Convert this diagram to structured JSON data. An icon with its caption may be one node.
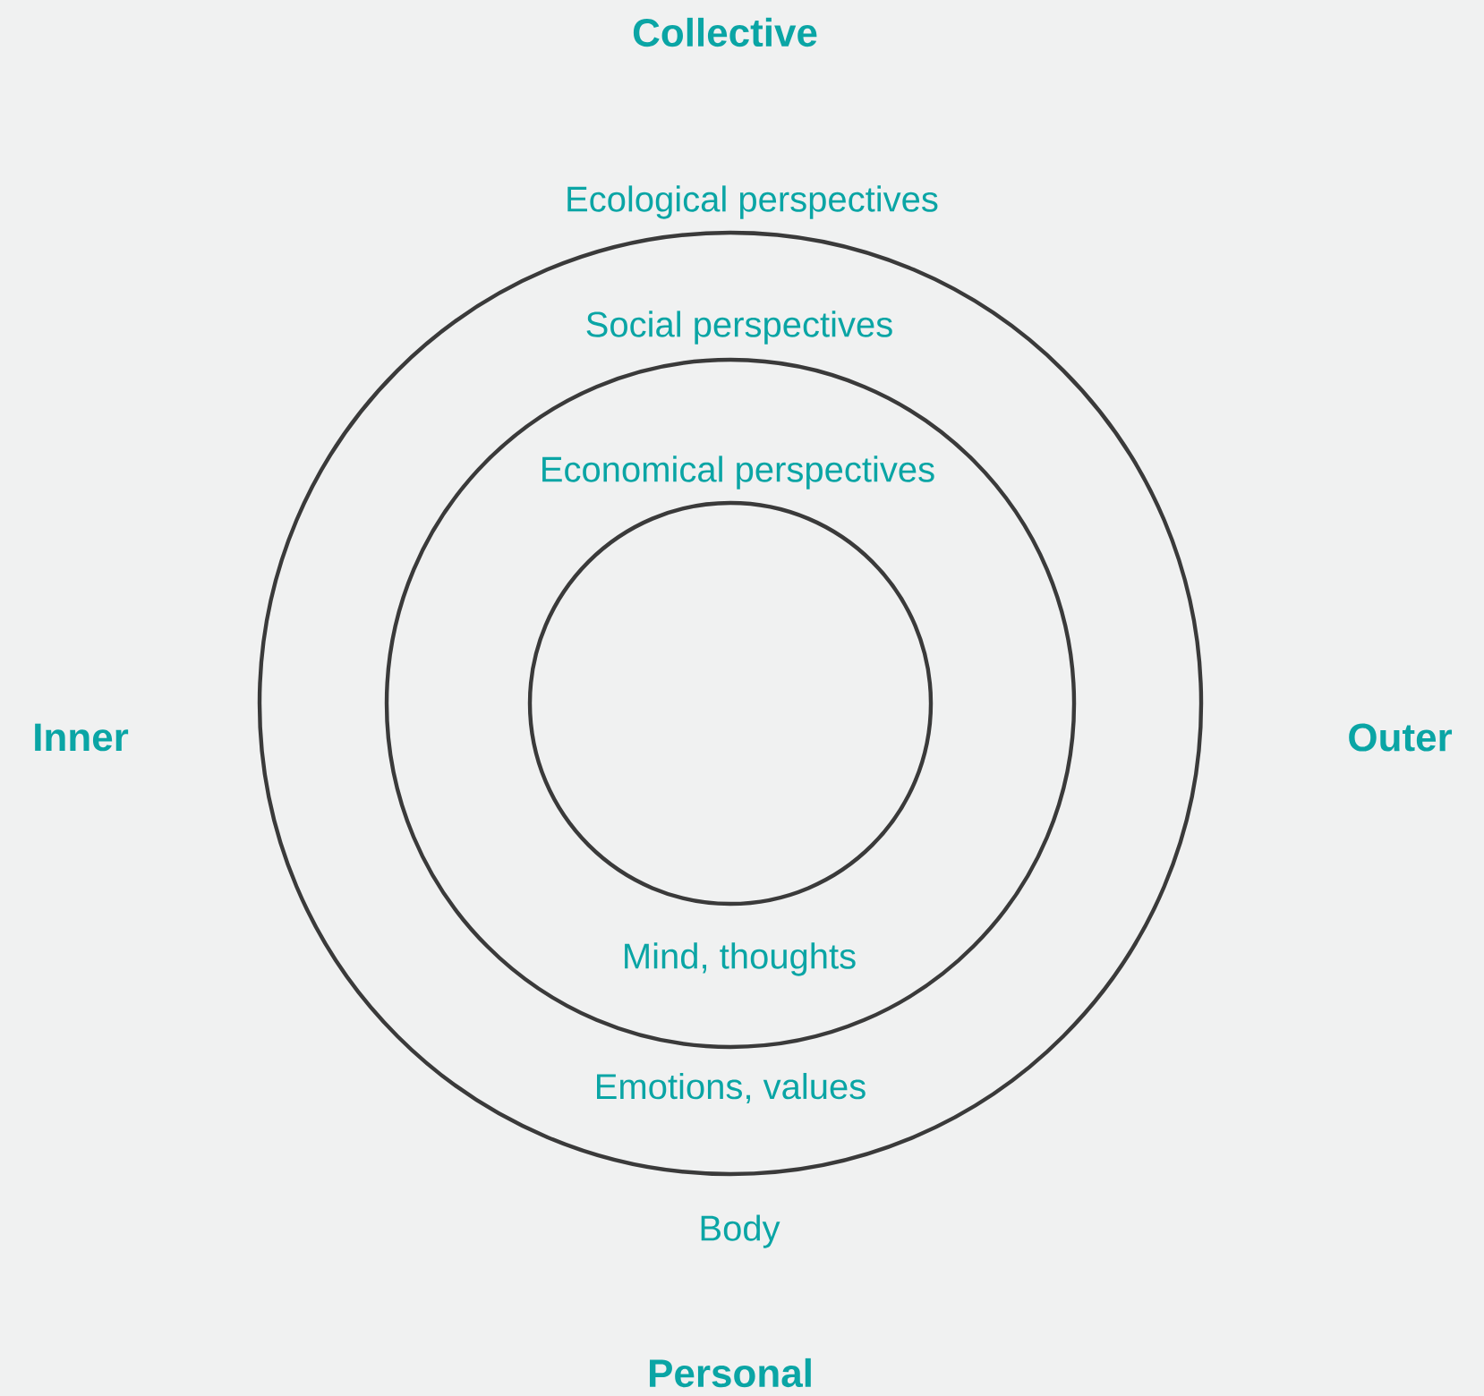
{
  "diagram": {
    "nodes": [
      {
        "text": [
          "Social perspectives",
          "Emotions, values"
        ],
        "beside": [
          "Ecological perspectives",
          "Body"
        ]
      },
      {
        "text": [
          "Economical perspectives",
          "Mind, thoughts"
        ],
        "in": 0
      },
      {
        "text": [],
        "shape": "circle",
        "in": 1
      }
    ],
    "labels": [
      "Collective",
      "Inner",
      "Outer",
      "Personal"
    ]
  }
}
